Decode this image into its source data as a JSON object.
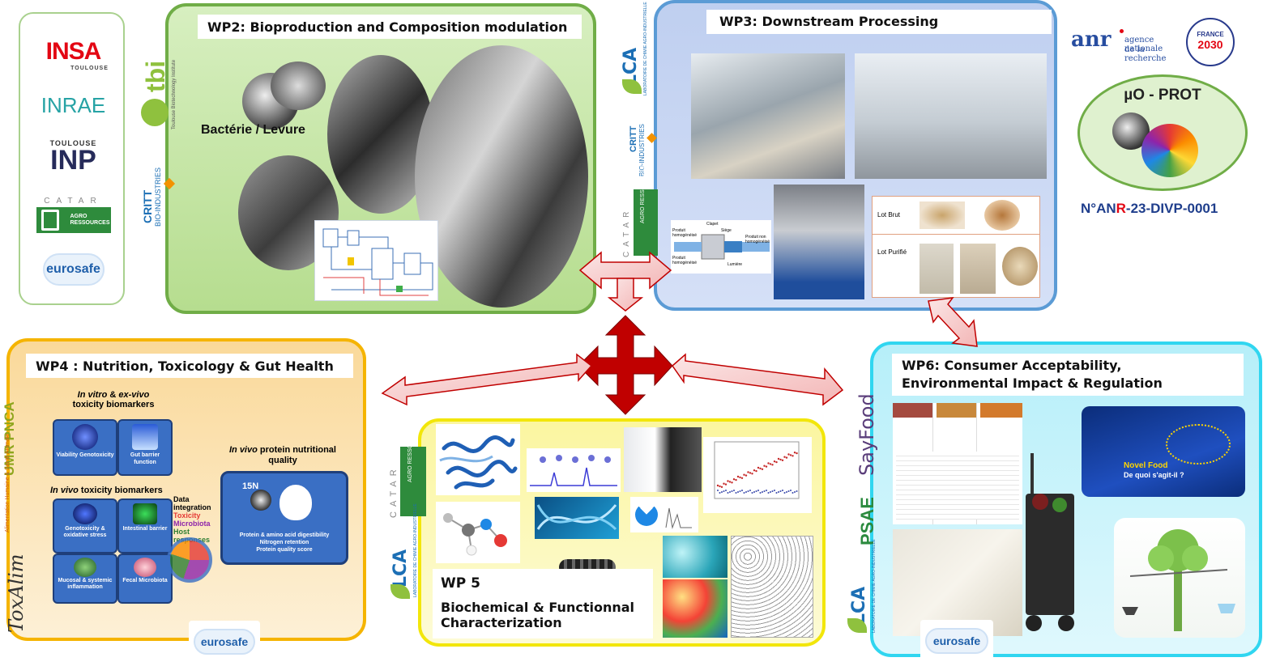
{
  "partners": {
    "insa": "INSA",
    "insa_sub": "TOULOUSE",
    "inrae": "INRAE",
    "inp_top": "TOULOUSE",
    "inp": "INP",
    "catar": "CATAR",
    "catar_sub": "AGRO RESSOURCES",
    "eurosafe": "eurosafe"
  },
  "funding": {
    "anr": "anr",
    "anr_text1": "agence nationale",
    "anr_text2": "de la recherche",
    "france2030_top": "FRANCE",
    "france2030_year": "2030",
    "project_name": "µO - PROT",
    "grant_prefix": "N°AN",
    "grant_r": "R",
    "grant_suffix": "-23-DIVP-0001"
  },
  "wp2": {
    "title": "WP2: Bioproduction and Composition modulation",
    "bacteria_label": "Bactérie / Levure",
    "tbi": "tbi",
    "tbi_sub": "Toulouse Biotechnology Institute",
    "critt": "CRITT",
    "critt_sub": "BIO-INDUSTRIES"
  },
  "wp3": {
    "title": "WP3: Downstream Processing",
    "lca": "LCA",
    "lca_sub": "LABORATOIRE DE CHIMIE AGRO-INDUSTRIELLE",
    "critt": "CRITT",
    "critt_sub": "BIO-INDUSTRIES",
    "catar": "CATAR",
    "catar_sub": "AGRO RESSOURCES",
    "lot_brut": "Lot Brut",
    "lot_purifie": "Lot Purifié",
    "diagram_labels": [
      "Clapet",
      "Siège",
      "Produit homogénéisé",
      "Produit non homogénéisé",
      "Produit homogénéisé",
      "Lumière"
    ]
  },
  "wp4": {
    "title": "WP4 : Nutrition, Toxicology  & Gut Health",
    "invitro_title_1": "In vitro",
    "invitro_title_2": " & ",
    "invitro_title_3": "ex-vivo",
    "invitro_title_4": "toxicity biomarkers",
    "invitro_items": [
      "Viability Genotoxicity",
      "Gut barrier function"
    ],
    "invivo_title_1": "In vivo",
    "invivo_title_2": " toxicity biomarkers",
    "invivo_items": [
      "Genotoxicity & oxidative stress",
      "Intestinal barrier",
      "Mucosal & systemic inflammation",
      "Fecal Microbiota"
    ],
    "data_integration": "Data integration",
    "toxicity": "Toxicity",
    "microbiota": "Microbiota",
    "host_responses": "Host responses",
    "nutr_title_1": "In vivo",
    "nutr_title_2": " protein nutritional quality",
    "isotope": "15N",
    "nutr_items": [
      "Protein & amino acid digestibility",
      "Nitrogen retention",
      "Protein quality score"
    ],
    "umr": "UMR PNCA",
    "alim": "Alimentation Humaine & Santé Animale",
    "toxalim": "ToxAlim",
    "eurosafe": "eurosafe"
  },
  "wp5": {
    "title": "WP 5",
    "subtitle": "Biochemical & Functionnal Characterization",
    "catar": "CATAR",
    "catar_sub": "AGRO RESSOURCES",
    "lca": "LCA",
    "lca_sub": "LABORATOIRE DE CHIMIE AGRO-INDUSTRIELLE"
  },
  "wp6": {
    "title_line1": "WP6: Consumer Acceptability,",
    "title_line2": "Environmental Impact & Regulation",
    "sayfood": "SayFood",
    "psae": "PSAE",
    "lca": "LCA",
    "lca_sub": "LABORATOIRE DE CHIMIE AGRO-INDUSTRIELLE",
    "novel_food": "Novel Food",
    "novel_food_sub": "De quoi s'agit-il ?",
    "eurosafe": "eurosafe"
  },
  "colors": {
    "wp2_bg": "#c6e7a6",
    "wp2_border": "#70ad47",
    "wp3_bg": "#c9d6f3",
    "wp3_border": "#5b9bd5",
    "wp4_bg": "#fbe2ad",
    "wp4_border": "#f5b400",
    "wp5_bg": "#fbf7a8",
    "wp5_border": "#f2e60a",
    "wp6_bg": "#c8f3fb",
    "wp6_border": "#30d6f0",
    "arrow_fill": "#c00000",
    "arrow_light": "#f4cccc"
  },
  "icons": [
    "bacteria-icon",
    "protein-structure-icon",
    "dna-icon",
    "balance-tree-icon",
    "eu-flag-icon"
  ]
}
